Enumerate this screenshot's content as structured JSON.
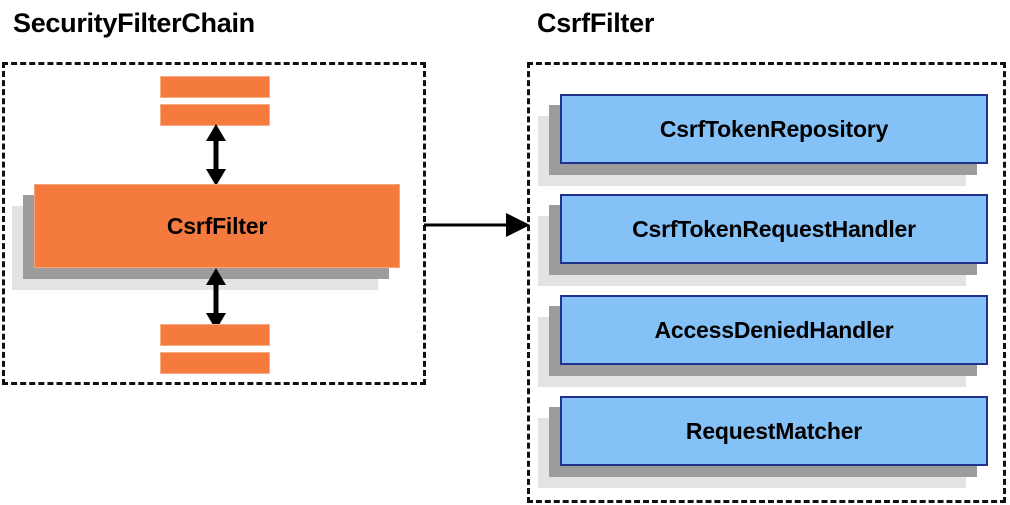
{
  "diagram": {
    "left_panel": {
      "title": "SecurityFilterChain",
      "main_component": {
        "label": "CsrfFilter"
      },
      "neighbor_filters": [
        {
          "name": "filter-bar-top-1"
        },
        {
          "name": "filter-bar-top-2"
        },
        {
          "name": "filter-bar-bottom-1"
        },
        {
          "name": "filter-bar-bottom-2"
        }
      ],
      "connectors": [
        {
          "name": "double-arrow-above-csrffilter",
          "kind": "double-headed-vertical-arrow"
        },
        {
          "name": "double-arrow-below-csrffilter",
          "kind": "double-headed-vertical-arrow"
        }
      ]
    },
    "right_panel": {
      "title": "CsrfFilter",
      "collaborators": [
        {
          "label": "CsrfTokenRepository"
        },
        {
          "label": "CsrfTokenRequestHandler"
        },
        {
          "label": "AccessDeniedHandler"
        },
        {
          "label": "RequestMatcher"
        }
      ]
    },
    "cross_panel_connector": {
      "name": "expansion-arrow",
      "kind": "single-headed-horizontal-arrow",
      "from": "SecurityFilterChain",
      "to": "CsrfFilter"
    },
    "colors": {
      "orange_fill": "#f47b3d",
      "orange_border": "#f8ac82",
      "blue_fill": "#84c1f7",
      "blue_border": "#22328c",
      "shadow_mid": "#9c9c9c",
      "shadow_back": "#e3e3e3",
      "panel_stroke": "#111111",
      "text": "#000000",
      "background": "#ffffff"
    }
  }
}
